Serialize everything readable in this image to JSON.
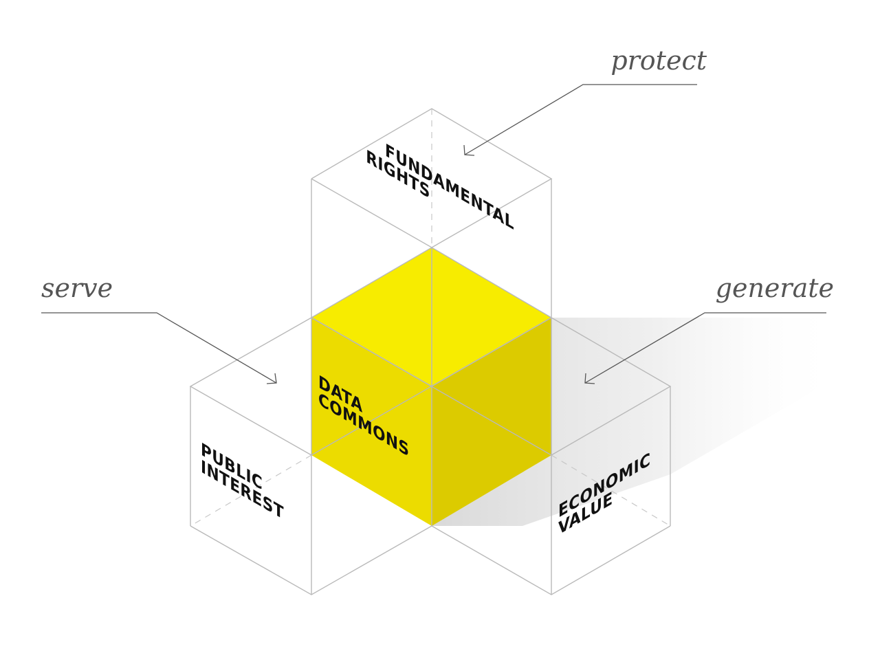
{
  "labels": {
    "protect": "protect",
    "serve": "serve",
    "generate": "generate",
    "fundamental_rights": [
      "FUNDAMENTAL",
      "RIGHTS"
    ],
    "data_commons": [
      "DATA",
      "COMMONS"
    ],
    "public_interest": [
      "PUBLIC",
      "INTEREST"
    ],
    "economic_value": [
      "ECONOMIC",
      "VALUE"
    ]
  },
  "colors": {
    "yellow_top": "#f7ec00",
    "yellow_left": "#ecdc00",
    "yellow_right": "#dccb00",
    "edge": "#b9b9b9",
    "text_dark": "#111111",
    "text_gray": "#555555"
  }
}
